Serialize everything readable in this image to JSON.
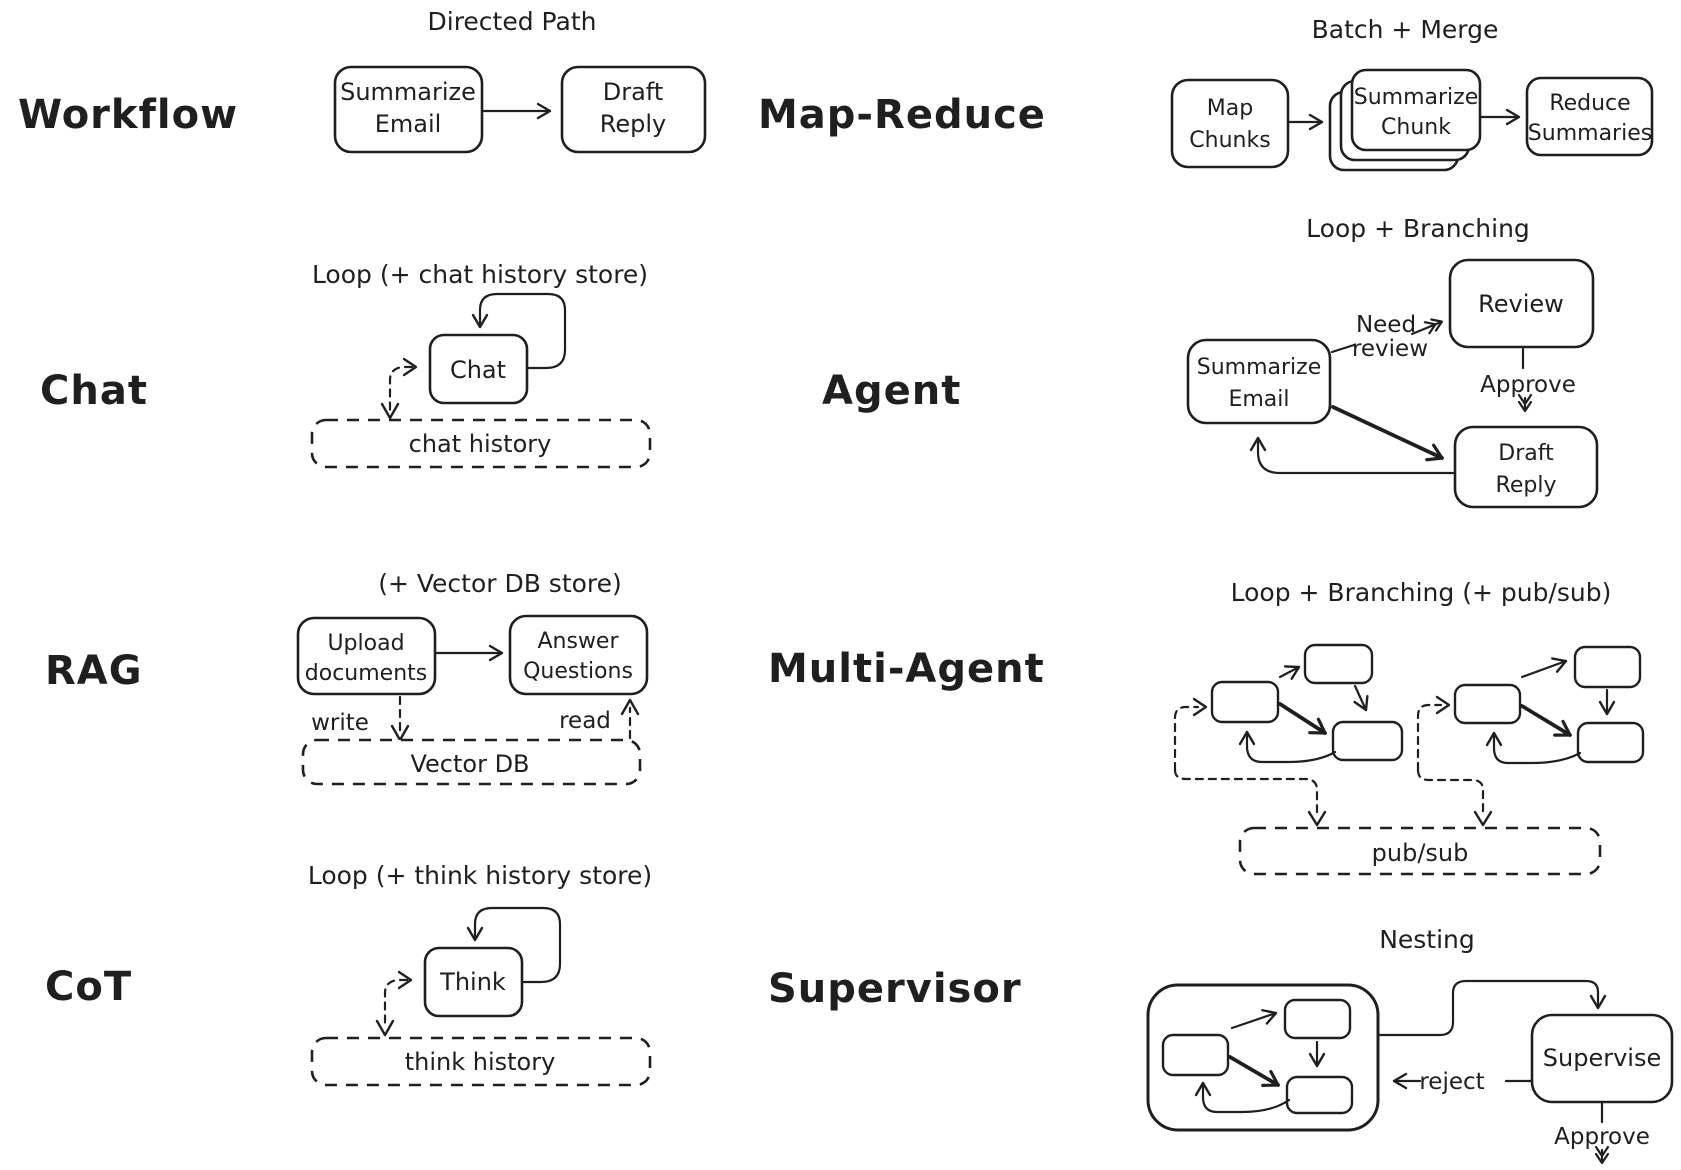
{
  "colors": {
    "ink": "#1f1f1f",
    "background": "#ffffff"
  },
  "panels": {
    "workflow": {
      "label": "Workflow",
      "title": "Directed Path",
      "nodes": {
        "summarize_email": [
          "Summarize",
          "Email"
        ],
        "draft_reply": [
          "Draft",
          "Reply"
        ]
      }
    },
    "map_reduce": {
      "label": "Map-Reduce",
      "title": "Batch + Merge",
      "nodes": {
        "map_chunks": [
          "Map",
          "Chunks"
        ],
        "summarize_chunk": [
          "Summarize",
          "Chunk"
        ],
        "reduce_summaries": [
          "Reduce",
          "Summaries"
        ]
      }
    },
    "chat": {
      "label": "Chat",
      "title": "Loop (+ chat history store)",
      "nodes": {
        "chat": "Chat",
        "chat_history": "chat history"
      }
    },
    "agent": {
      "label": "Agent",
      "title": "Loop + Branching",
      "nodes": {
        "summarize_email": [
          "Summarize",
          "Email"
        ],
        "review": "Review",
        "draft_reply": [
          "Draft",
          "Reply"
        ]
      },
      "edge_labels": {
        "need_review": [
          "Need",
          "review"
        ],
        "approve": "Approve"
      }
    },
    "rag": {
      "label": "RAG",
      "title": "(+ Vector DB store)",
      "nodes": {
        "upload_documents": [
          "Upload",
          "documents"
        ],
        "answer_questions": [
          "Answer",
          "Questions"
        ],
        "vector_db": "Vector DB"
      },
      "edge_labels": {
        "write": "write",
        "read": "read"
      }
    },
    "multi_agent": {
      "label": "Multi-Agent",
      "title": "Loop + Branching (+ pub/sub)",
      "nodes": {
        "pub_sub": "pub/sub"
      }
    },
    "cot": {
      "label": "CoT",
      "title": "Loop (+ think history store)",
      "nodes": {
        "think": "Think",
        "think_history": "think history"
      }
    },
    "supervisor": {
      "label": "Supervisor",
      "title": "Nesting",
      "nodes": {
        "supervise": "Supervise"
      },
      "edge_labels": {
        "reject": "reject",
        "approve": "Approve"
      }
    }
  }
}
